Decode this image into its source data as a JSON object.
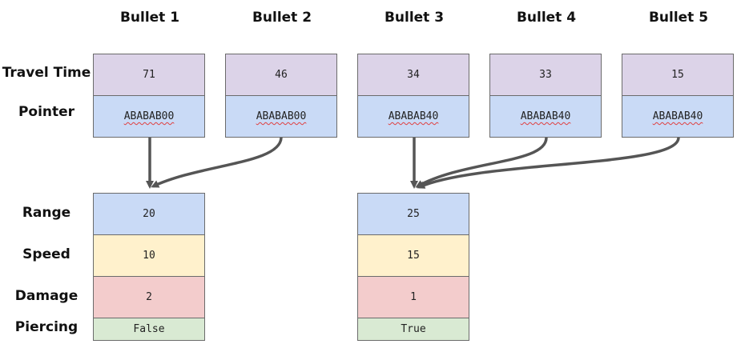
{
  "bullets": [
    {
      "header": "Bullet 1",
      "travel_time": "71",
      "pointer": "ABABAB00"
    },
    {
      "header": "Bullet 2",
      "travel_time": "46",
      "pointer": "ABABAB00"
    },
    {
      "header": "Bullet 3",
      "travel_time": "34",
      "pointer": "ABABAB40"
    },
    {
      "header": "Bullet 4",
      "travel_time": "33",
      "pointer": "ABABAB40"
    },
    {
      "header": "Bullet 5",
      "travel_time": "15",
      "pointer": "ABABAB40"
    }
  ],
  "row_labels": {
    "travel_time": "Travel Time",
    "pointer": "Pointer",
    "range": "Range",
    "speed": "Speed",
    "damage": "Damage",
    "piercing": "Piercing"
  },
  "types": [
    {
      "range": "20",
      "speed": "10",
      "damage": "2",
      "piercing": "False"
    },
    {
      "range": "25",
      "speed": "15",
      "damage": "1",
      "piercing": "True"
    }
  ],
  "colors": {
    "travel_time_fill": "#dcd3e8",
    "pointer_fill": "#c9daf6",
    "range_fill": "#c9daf6",
    "speed_fill": "#fff1cc",
    "damage_fill": "#f3cccc",
    "piercing_fill": "#d9ead3",
    "arrow": "#555555"
  }
}
